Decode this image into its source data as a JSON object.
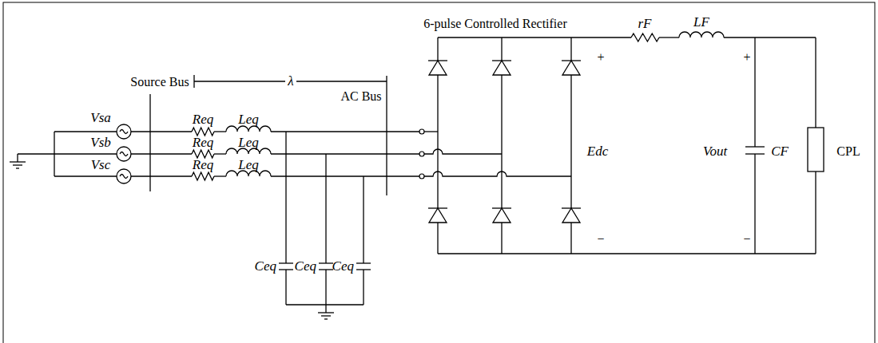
{
  "diagram": {
    "labels": [
      "6-pulse Controlled Rectifier",
      "rF",
      "LF",
      "Source Bus",
      "λ",
      "AC Bus",
      "Vsa",
      "Req",
      "Leq",
      "Vsb",
      "Req",
      "Leq",
      "Vsc",
      "Req",
      "Leq",
      "+",
      "+",
      "Edc",
      "Vout",
      "CF",
      "CPL",
      "−",
      "−",
      "Ceq",
      "Ceq",
      "Ceq"
    ]
  }
}
